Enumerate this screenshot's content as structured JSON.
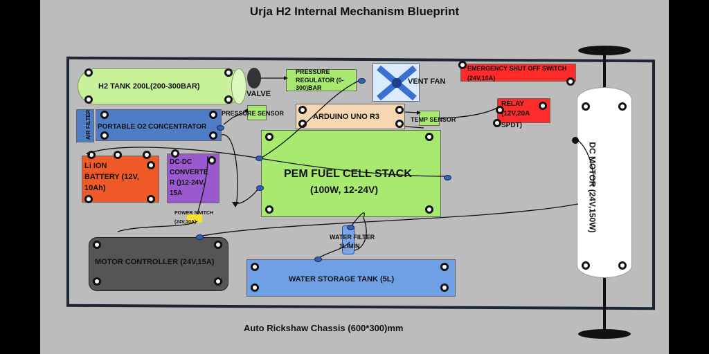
{
  "title": "Urja H2 Internal Mechanism Blueprint",
  "footer": "Auto Rickshaw Chassis (600*300)mm",
  "colors": {
    "background": "#bcbcbc",
    "chassis_border": "#1f2633",
    "tank": "#c8f29a",
    "o2": "#4f7cc6",
    "battery": "#f05a28",
    "converter": "#9b59d0",
    "fuel_cell": "#a7ea6f",
    "controller": "#555555",
    "water_tank": "#6fa0e6",
    "relay": "#ff2a2a",
    "arduino": "#f6d7b3"
  },
  "components": {
    "h2_tank": "H2 TANK 200L(200-300BAR)",
    "valve": "VALVE",
    "pressure_regulator": [
      "PRESSURE",
      "REGULATOR (0-",
      "300)BAR"
    ],
    "vent_fan": "VENT FAN",
    "emergency_switch": [
      "EMERGENCY SHUT OFF SWITCH",
      "(24V,10A)"
    ],
    "relay": [
      "RELAY",
      "(12V,20A",
      "SPDT)"
    ],
    "air_filter": "AIR FILTER",
    "o2_concentrator": "PORTABLE O2 CONCENTRATOR",
    "pressure_sensor": "PRESSURE SENSOR",
    "arduino": "ARDUINO UNO R3",
    "temp_sensor": "TEMP SENSOR",
    "battery": [
      "Li ION",
      "BATTERY (12V,",
      "10Ah)"
    ],
    "converter": [
      "DC-DC",
      "CONVERTE",
      "R ()12-24V,",
      "15A"
    ],
    "power_switch": [
      "POWER SWITCH",
      "(24V,10A)"
    ],
    "fuel_cell": [
      "PEM FUEL CELL STACK",
      "(100W, 12-24V)"
    ],
    "water_filter": [
      "WATER FILTER",
      "1L/MIN"
    ],
    "motor_controller": "MOTOR CONTROLLER (24V,15A)",
    "water_tank": "WATER STORAGE TANK (5L)",
    "dc_motor": "DC MOTOR (24V,150W)"
  }
}
